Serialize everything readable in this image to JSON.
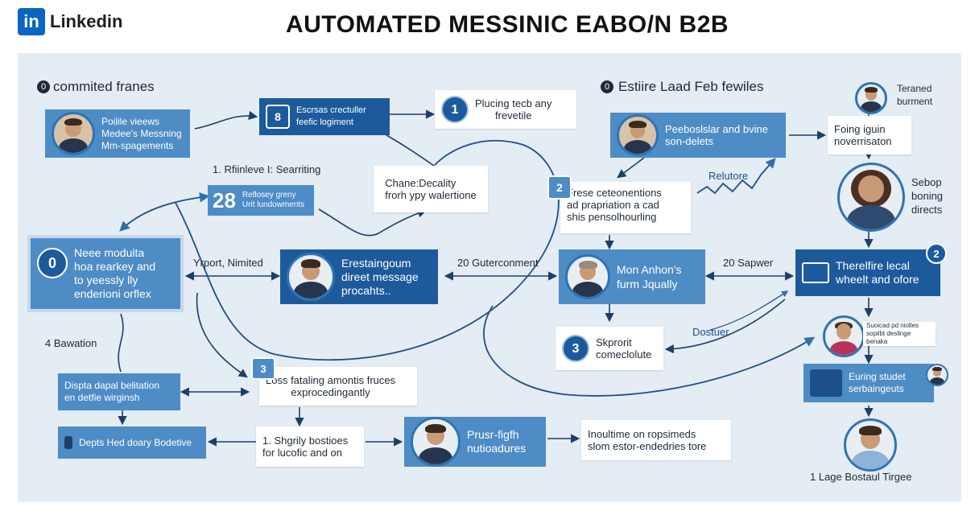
{
  "brand": {
    "logo_mark": "in",
    "name": "Linkedin"
  },
  "title": "AUTOMATED MESSINIC EABO/N B2B",
  "headers": {
    "left": "commited franes",
    "left_marker": "0",
    "middle": "Estiire Laad Feb fewiles",
    "middle_marker": "0"
  },
  "labels": {
    "step1": "1. Rfiinleve I: Searriting",
    "yrport": "Yrport, Nimited",
    "gutercoment": "20 Guterconment",
    "sapwer": "20 Sapwer",
    "bawation": "4 Bawation",
    "relutore": "Relutore",
    "dostuer": "Dostuer",
    "teraned": "Teraned\nburment",
    "sebop": "Sebop\nboning\ndirects",
    "bottom_right": "1 Lage Bostaul Tirgee"
  },
  "nodes": {
    "profile": "Poilile vieews\nMedee's Messning\nMm-spagements",
    "creator_num": "8",
    "creator": "Escrsas crectuller\nfeefic logiment",
    "plucing_num": "1",
    "plucing": "Plucing tecb any\nfrevetile",
    "stat_num": "28",
    "stat": "Reflosey greny\nUrit lundowments",
    "chane": "Chane:Decality\nfrorh ypy walertione",
    "neee_num": "0",
    "neee": "Neee moduita\nhoa rearkey and\nto yeessly lly\nenderioni orflex",
    "direct": "Erestaingoum\ndireet message\nprocahts..",
    "frese_num": "2",
    "frese": "Frese ceteonentions\nad prapriation a cad\nshis pensolhourling",
    "peeb": "Peeboslslar and bvine\nson-delets",
    "foing": "Foing iguin\nnoverrisaton",
    "mon": "Mon Anhon's\nfurm Jqually",
    "therefire": "Therelfire lecal\nwheelt and ofore",
    "therefire_num": "2",
    "skprorit_num": "3",
    "skprorit": "Skprorit\ncomeclolute",
    "display": "Dispta dapal belitation\nen detfie wirginsh",
    "loss_num": "3",
    "loss": "Loss fataling amontis fruces\nexprocedingantly",
    "depts": "Depts Hed doary Bodetive",
    "sharily": "1. Shgrily bostioes\nfor lucofic and on",
    "prusfigh": "Prusr-figfh\nnutioadures",
    "inoultime": "Inoultime on ropsimeds\nslom estor-endedries tore",
    "social": "Suoicad pd niolles\nsopilbt deslinge benaka",
    "euring": "Euring studet\nserbaingeuts"
  }
}
